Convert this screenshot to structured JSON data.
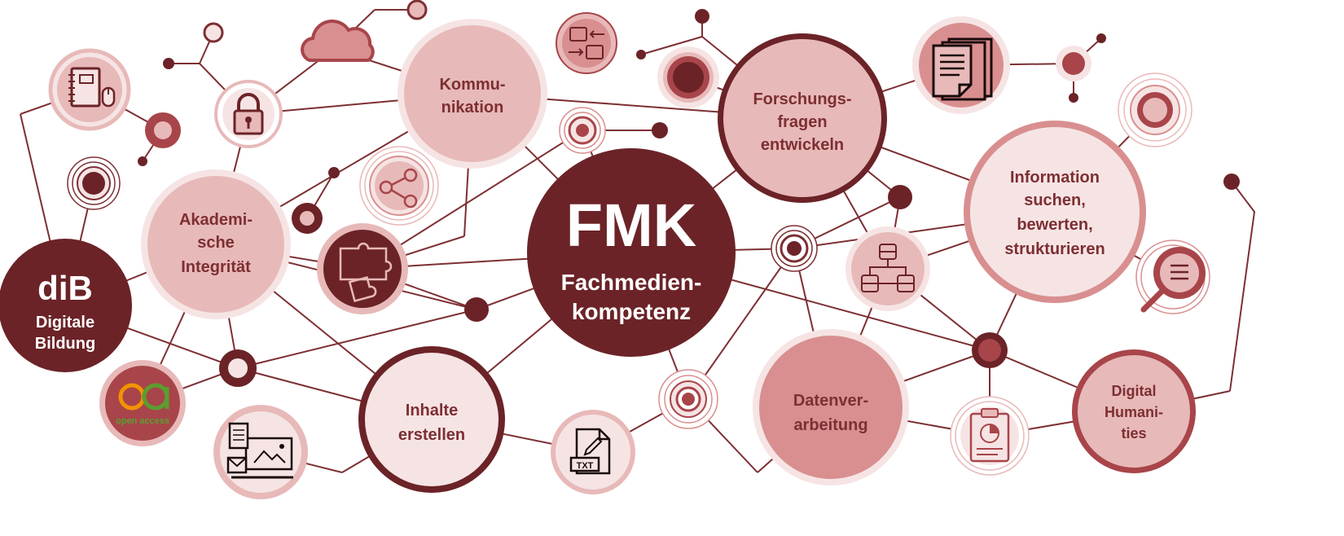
{
  "colors": {
    "dark": "#6b2327",
    "line": "#7d2f33",
    "pink": "#e8b9b9",
    "pale": "#f6e4e4",
    "mid": "#d98f8f",
    "ring": "#a8454a",
    "white": "#ffffff",
    "oa_orange": "#f39200",
    "oa_green": "#5a9e2f"
  },
  "center": {
    "title": "FMK",
    "line1": "Fachmedien-",
    "line2": "kompetenz"
  },
  "dib": {
    "title": "diB",
    "line1": "Digitale",
    "line2": "Bildung"
  },
  "topics": {
    "kommunikation": [
      "Kommu-",
      "nikation"
    ],
    "akademische": [
      "Akademi-",
      "sche",
      "Integrität"
    ],
    "inhalte": [
      "Inhalte",
      "erstellen"
    ],
    "forschung": [
      "Forschungs-",
      "fragen",
      "entwickeln"
    ],
    "information": [
      "Information",
      "suchen,",
      "bewerten,",
      "strukturieren"
    ],
    "datenverarbeitung": [
      "Datenver-",
      "arbeitung"
    ],
    "digital": [
      "Digital",
      "Humani-",
      "ties"
    ]
  },
  "open_access": {
    "mark": "oa",
    "text": "open access"
  },
  "file_badge": "TXT",
  "icons": [
    "notebook-mouse-icon",
    "lock-icon",
    "cloud-icon",
    "transfer-icon",
    "share-icon",
    "puzzle-icon",
    "documents-icon",
    "database-network-icon",
    "magnifier-document-icon",
    "clipboard-chart-icon",
    "txt-file-icon",
    "media-workstation-icon",
    "open-access-icon"
  ]
}
